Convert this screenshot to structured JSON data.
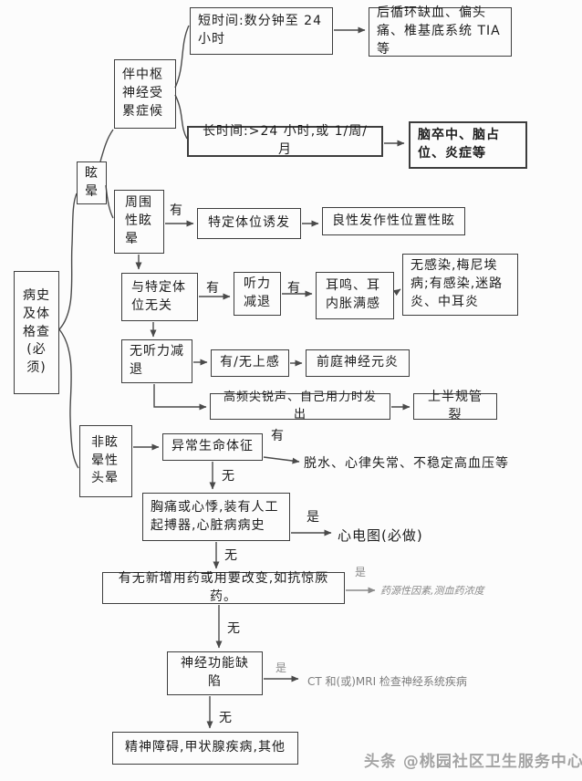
{
  "nodes": {
    "short_time": "短时间:数分钟至 24 小时",
    "posterior_ischemia": "后循环缺血、偏头痛、椎基底系统 TIA 等",
    "central_signs": "伴中枢神经受累症候",
    "long_time": "长时间:>24 小时,或 1/周/月",
    "stroke_mass": "脑卒中、脑占位、炎症等",
    "vertigo": "眩晕",
    "peripheral_vertigo": "周围性眩晕",
    "position_triggered": "特定体位诱发",
    "bppv": "良性发作性位置性眩",
    "history_exam": "病史及体格查(必须)",
    "position_unrelated": "与特定体位无关",
    "hearing_loss": "听力减退",
    "tinnitus_fullness": "耳鸣、耳内胀满感",
    "meniere_labyrinthitis": "无感染,梅尼埃病;有感染,迷路炎、中耳炎",
    "no_hearing_loss": "无听力减退",
    "uri": "有/无上感",
    "vestibular_neuronitis": "前庭神经元炎",
    "high_freq_sound": "高频尖锐声、自己用力时发出",
    "sscd": "上半规管裂",
    "non_vertigo_dizziness": "非眩晕性头晕",
    "abnormal_vitals": "异常生命体征",
    "chest_pain": "胸痛或心悸,装有人工起搏器,心脏病病史",
    "new_medication": "有无新增用药或用要改变,如抗惊厥药。",
    "neuro_deficit": "神经功能缺陷",
    "mental_thyroid": "精神障碍,甲状腺疾病,其他"
  },
  "outcomes": {
    "dehydration": "脱水、心律失常、不稳定高血压等",
    "ecg": "心电图(必做)",
    "drug_factor": "药源性因素,测血药浓度",
    "ct_mri": "CT 和(或)MRI 检查神经系统疾病"
  },
  "decision_labels": {
    "has": "有",
    "none": "无",
    "yes": "是"
  },
  "watermark": "头条 @桃园社区卫生服务中心"
}
